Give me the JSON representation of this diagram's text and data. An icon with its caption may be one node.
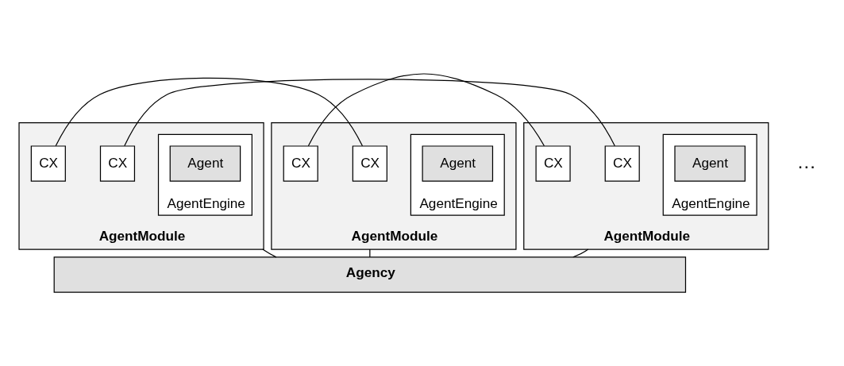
{
  "diagram": {
    "nodes": [
      {
        "text": [
          "AgentModule"
        ]
      },
      {
        "text": [
          "AgentEngine"
        ],
        "in": 0
      },
      {
        "text": [
          "Agent"
        ],
        "in": 1
      },
      {
        "text": [
          "CX"
        ],
        "in": 0
      },
      {
        "text": [
          "CX"
        ],
        "in": 0
      },
      {
        "text": [
          "AgentModule"
        ]
      },
      {
        "text": [
          "CX"
        ],
        "in": 5
      },
      {
        "text": [
          "AgentEngine"
        ],
        "in": 5
      },
      {
        "text": [
          "Agent"
        ],
        "in": 7
      },
      {
        "text": [
          "CX"
        ],
        "in": 5
      },
      {
        "text": [
          "AgentModule"
        ]
      },
      {
        "text": [
          "CX"
        ],
        "in": 10
      },
      {
        "text": [
          "CX"
        ],
        "in": 10
      },
      {
        "text": [
          "AgentEngine"
        ],
        "in": 10
      },
      {
        "text": [
          "Agent"
        ],
        "in": 13
      },
      {
        "text": [
          "Agency"
        ]
      }
    ],
    "edges": [
      {
        "from": 3,
        "to": 11,
        "arrow": "none"
      },
      {
        "from": 4,
        "to": 6,
        "arrow": "none"
      },
      {
        "from": 9,
        "to": 12,
        "arrow": "none"
      },
      {
        "from": 0,
        "to": 15,
        "arrow": "none"
      },
      {
        "from": 5,
        "to": 15,
        "arrow": "none"
      },
      {
        "from": 10,
        "to": 15,
        "arrow": "none"
      }
    ],
    "labels": [
      "…"
    ]
  }
}
